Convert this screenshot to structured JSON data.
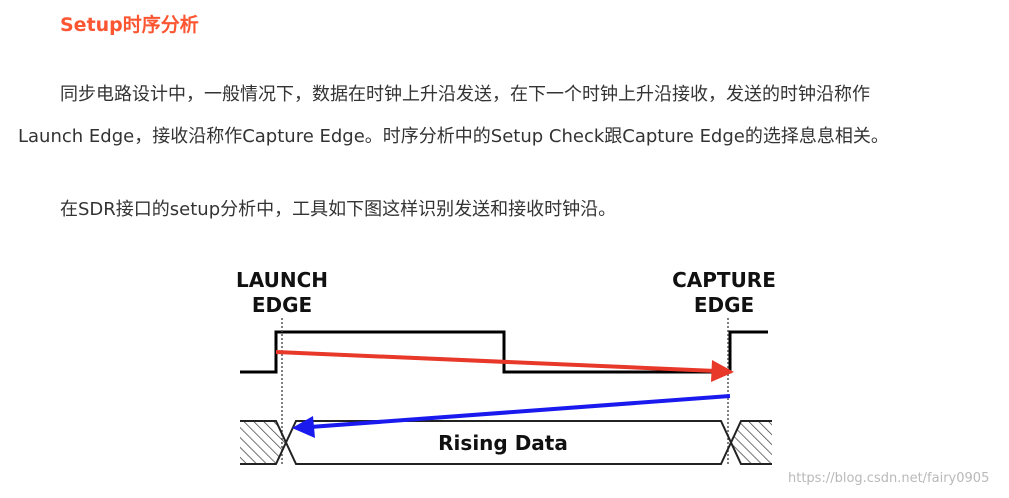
{
  "article": {
    "heading": "Setup时序分析",
    "paragraph1_line1": "同步电路设计中，一般情况下，数据在时钟上升沿发送，在下一个时钟上升沿接收，发送的时钟沿称作",
    "paragraph1_line2": "Launch Edge，接收沿称作Capture Edge。时序分析中的Setup Check跟Capture Edge的选择息息相关。",
    "paragraph2": "在SDR接口的setup分析中，工具如下图这样识别发送和接收时钟沿。"
  },
  "figure": {
    "launch_label_line1": "LAUNCH",
    "launch_label_line2": "EDGE",
    "capture_label_line1": "CAPTURE",
    "capture_label_line2": "EDGE",
    "data_label": "Rising Data",
    "colors": {
      "launch_arrow": "#e8382a",
      "capture_arrow": "#1a1aef",
      "waveform": "#000000",
      "hatch": "#444444"
    }
  },
  "watermark": "https://blog.csdn.net/fairy0905",
  "colors": {
    "heading": "#fc5531",
    "body_text": "#333333"
  }
}
